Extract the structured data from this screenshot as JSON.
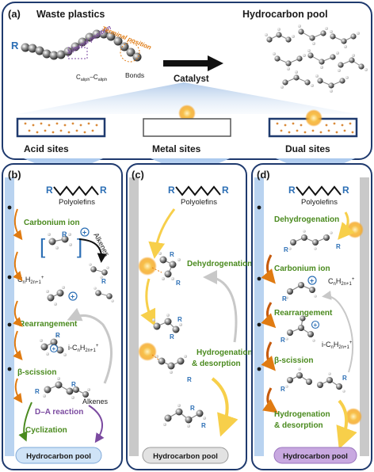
{
  "panel_a": {
    "letter": "(a)",
    "waste_plastics": "Waste plastics",
    "hydrocarbon_pool": "Hydrocarbon pool",
    "r_label": "R",
    "internal_position": "Internal position",
    "terminal_position": "Terminal position",
    "caliph": "C",
    "aliph": "aliph",
    "dash": "–",
    "bonds": "Bonds",
    "catalyst": "Catalyst",
    "acid_sites": "Acid sites",
    "metal_sites": "Metal sites",
    "dual_sites": "Dual sites"
  },
  "panel_b": {
    "letter": "(b)",
    "r_label": "R",
    "polyolefins": "Polyolefins",
    "carbonium_ion": "Carbonium ion",
    "alkenes_1": "Alkenes",
    "cation_formula": "C",
    "cation_sub": "n",
    "cation_h": "H",
    "cation_sub2": "2n+1",
    "cation_sup": "+",
    "rearrangement": "Rearrangement",
    "iso_prefix": "i-C",
    "beta_scission": "β-scission",
    "alkenes_2": "Alkenes",
    "da_reaction": "D–A reaction",
    "cyclization": "Cyclization",
    "pool": "Hydrocarbon pool"
  },
  "panel_c": {
    "letter": "(c)",
    "r_label": "R",
    "polyolefins": "Polyolefins",
    "dehydrogenation": "Dehydrogenation",
    "hydrogenation": "Hydrogenation",
    "desorption": "& desorption",
    "pool": "Hydrocarbon pool"
  },
  "panel_d": {
    "letter": "(d)",
    "r_label": "R",
    "polyolefins": "Polyolefins",
    "dehydrogenation": "Dehydrogenation",
    "carbonium_ion": "Carbonium ion",
    "rearrangement": "Rearrangement",
    "beta_scission": "β-scission",
    "hydrogenation": "Hydrogenation",
    "desorption": "& desorption",
    "pool": "Hydrocarbon pool"
  },
  "colors": {
    "frame": "#1f3a6e",
    "label_green": "#4a8a1e",
    "label_orange": "#e07b12",
    "label_purple": "#7b4aa0",
    "r_blue": "#2c6fb5",
    "pool_blue": "#cfe3f7",
    "pool_gray": "#e2e2e2",
    "pool_purple": "#c8a8e0",
    "sidebar_blue": "#b9d3f0",
    "sidebar_gray": "#c9c9c9",
    "metal_gold": "#f5a623"
  }
}
